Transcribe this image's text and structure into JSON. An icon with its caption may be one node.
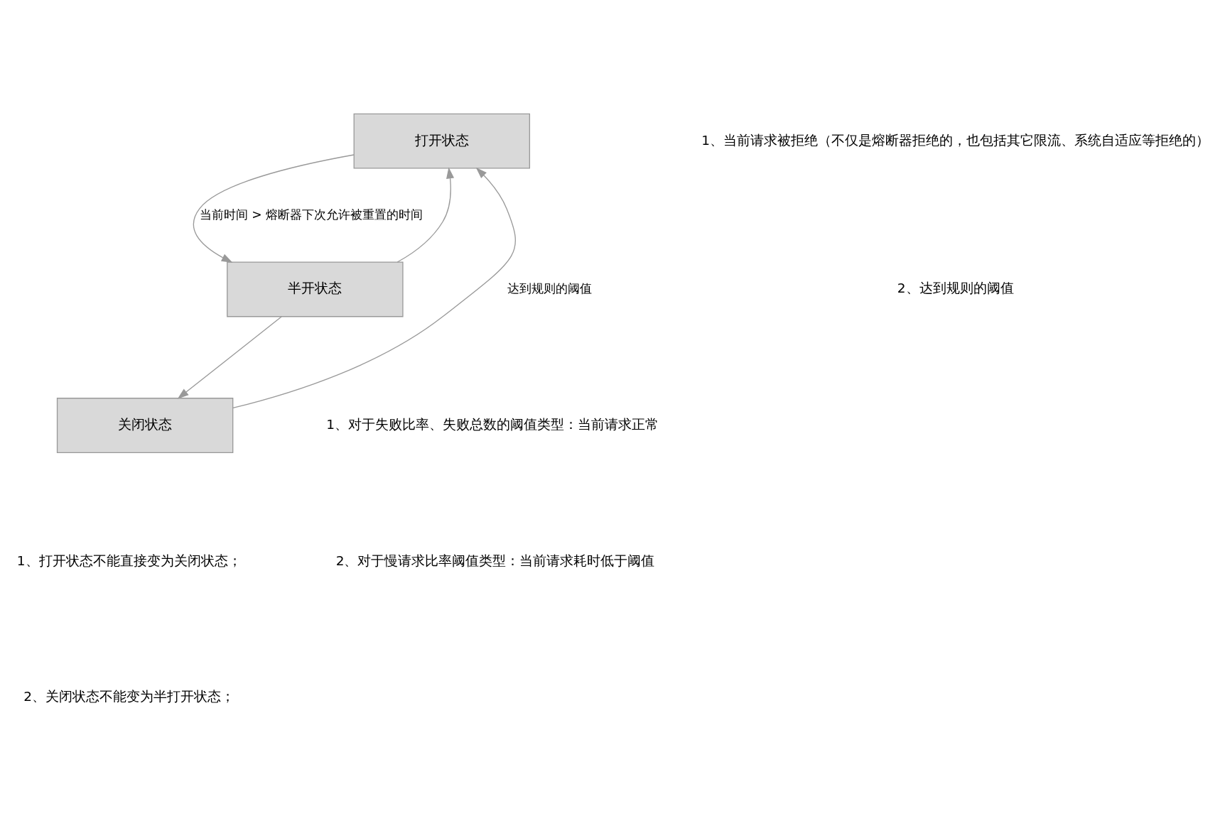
{
  "diagram": {
    "nodes": [
      {
        "text": [
          "打开状态"
        ]
      },
      {
        "text": [
          "半开状态"
        ]
      },
      {
        "text": [
          "关闭状态"
        ]
      }
    ],
    "edges": [
      {
        "from": 1,
        "to": 0,
        "arrow": "to"
      },
      {
        "from": 0,
        "to": 1,
        "arrow": "to",
        "label": "当前时间 > 熔断器下次允许被重置的时间"
      },
      {
        "from": 2,
        "to": 0,
        "arrow": "to",
        "label": "达到规则的阈值"
      },
      {
        "from": 1,
        "to": 2,
        "arrow": "to"
      }
    ],
    "labels": [
      "1、当前请求被拒绝（不仅是熔断器拒绝的，也包括其它限流、系统自适应等拒绝的）",
      "2、达到规则的阈值",
      "1、对于失败比率、失败总数的阈值类型：当前请求正常",
      "2、对于慢请求比率阈值类型：当前请求耗时低于阈值",
      "1、打开状态不能直接变为关闭状态；",
      "2、关闭状态不能变为半打开状态；"
    ]
  }
}
